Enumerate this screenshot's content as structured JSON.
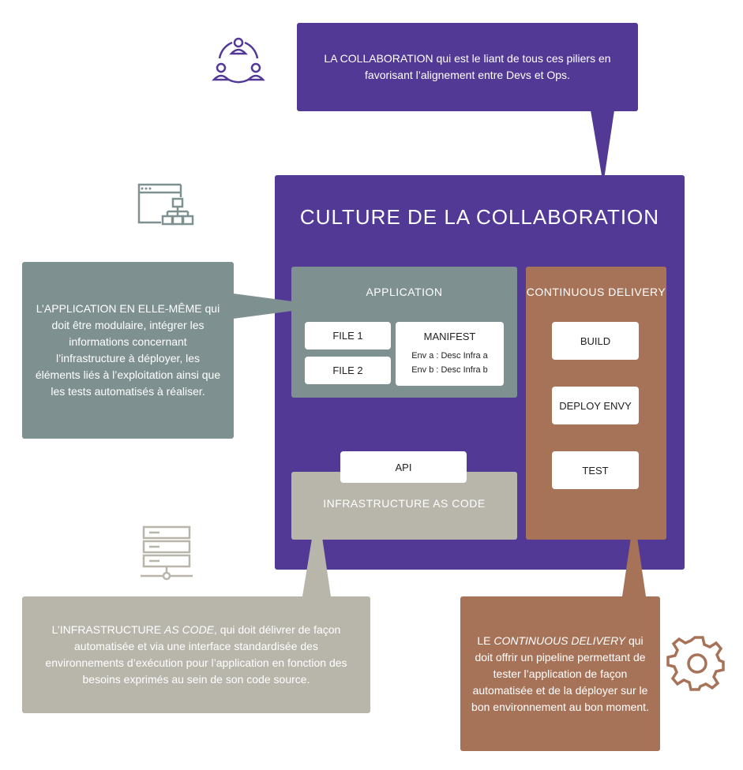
{
  "colors": {
    "purple": "#523996",
    "grey": "#7e9190",
    "sand": "#b8b6ab",
    "brown": "#a77358",
    "icon_purple": "#523996",
    "icon_grey": "#7e9190",
    "icon_sand": "#b8b6ab",
    "icon_brown": "#a77358"
  },
  "icons": [
    "people-network-icon",
    "application-sitemap-icon",
    "server-stack-icon",
    "gear-icon"
  ],
  "callout_collaboration": {
    "lead": "LA COLLABORATION",
    "text": " qui est le liant de tous ces piliers en favorisant l’alignement entre Devs et Ops."
  },
  "callout_application": {
    "lead": "L’APPLICATION EN ELLE-MÊME",
    "text": " qui doit être modulaire, intégrer les informations concernant l’infrastructure à déployer, les éléments liés à l’exploitation ainsi que les tests automatisés à réaliser."
  },
  "callout_infrastructure": {
    "lead": "L’INFRASTRUCTURE ",
    "lead_italic": "AS CODE",
    "text": ", qui doit délivrer de façon automatisée et via une interface standardisée des environnements d’exécution pour l’application en fonction des besoins exprimés au sein de son code source."
  },
  "callout_delivery": {
    "lead": "LE ",
    "lead_italic": "CONTINUOUS DELIVERY",
    "text": " qui doit offrir un pipeline permettant de tester l’application de façon automatisée et de la déployer sur le bon environnement au bon moment."
  },
  "culture": {
    "title": "CULTURE DE LA COLLABORATION",
    "application": {
      "title": "APPLICATION",
      "file1": "FILE 1",
      "file2": "FILE 2",
      "manifest_title": "MANIFEST",
      "manifest_line1": "Env a : Desc Infra a",
      "manifest_line2": "Env b : Desc Infra b"
    },
    "infrastructure": {
      "api": "API",
      "title": "INFRASTRUCTURE AS CODE"
    },
    "delivery": {
      "title": "CONTINUOUS DELIVERY",
      "steps": [
        "BUILD",
        "DEPLOY ENVY",
        "TEST"
      ]
    }
  }
}
